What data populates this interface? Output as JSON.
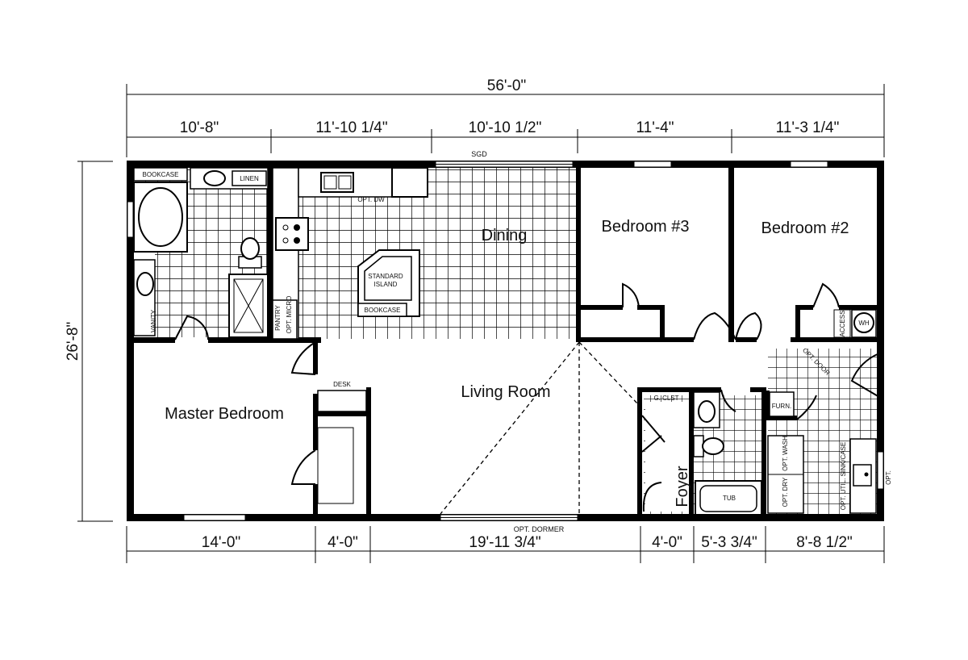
{
  "overall": {
    "width": "56'-0\"",
    "depth": "26'-8\""
  },
  "top_dims": [
    "10'-8\"",
    "11'-10 1/4\"",
    "10'-10 1/2\"",
    "11'-4\"",
    "11'-3 1/4\""
  ],
  "bottom_dims": [
    "14'-0\"",
    "4'-0\"",
    "19'-11 3/4\"",
    "4'-0\"",
    "5'-3 3/4\"",
    "8'-8 1/2\""
  ],
  "rooms": {
    "dining": "Dining",
    "bedroom3": "Bedroom #3",
    "bedroom2": "Bedroom #2",
    "master": "Master Bedroom",
    "living": "Living Room",
    "foyer": "Foyer"
  },
  "labels": {
    "sgd": "SGD",
    "opt_dormer": "OPT. DORMER",
    "bookcase_top": "BOOKCASE",
    "linen": "LINEN",
    "opt_dw": "OPT. DW",
    "standard_island_1": "STANDARD",
    "standard_island_2": "ISLAND",
    "bookcase_island": "BOOKCASE",
    "pantry": "PANTRY",
    "opt_micro": "OPT. MICRO",
    "vanity": "VANITY",
    "desk": "DESK",
    "g_clst": "G. CLST",
    "tub": "TUB",
    "furn": "FURN.",
    "access": "ACCESS",
    "wh": "WH",
    "opt_wash": "OPT. WASH",
    "opt_dry": "OPT. DRY",
    "opt_util_sink": "OPT. UTIL. SINK/CASE",
    "opt": "OPT.",
    "opt_door": "OPT. DOOR"
  }
}
